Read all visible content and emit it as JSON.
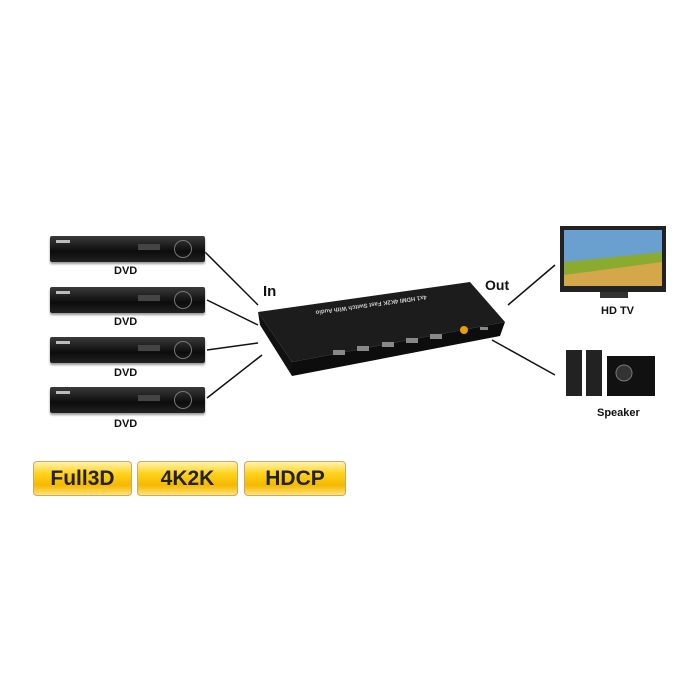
{
  "inputs": [
    {
      "label": "DVD"
    },
    {
      "label": "DVD"
    },
    {
      "label": "DVD"
    },
    {
      "label": "DVD"
    }
  ],
  "in_label": "In",
  "out_label": "Out",
  "device": {
    "title": "4x1 HDMI 4K2K Fast Switch With Audio"
  },
  "outputs": {
    "tv": "HD TV",
    "speaker": "Speaker"
  },
  "badges": [
    "Full3D",
    "4K2K",
    "HDCP"
  ],
  "colors": {
    "badge": "#ffd21c",
    "device": "#1a1a1a"
  }
}
